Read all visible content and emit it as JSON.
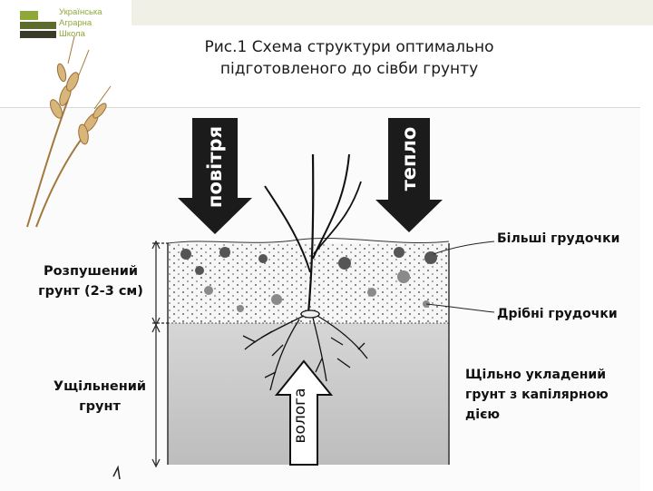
{
  "header": {
    "logo_lines": [
      "Українська",
      "Аграрна",
      "Школа"
    ],
    "brand_color": "#8fa83a"
  },
  "slide": {
    "title_line1": "Рис.1 Схема структури оптимально",
    "title_line2": "підготовленого до сівби грунту"
  },
  "diagram": {
    "arrow_air": "повітря",
    "arrow_heat": "тепло",
    "arrow_moisture": "волога",
    "label_large_clods": "Більші грудочки",
    "label_small_clods": "Дрібні грудочки",
    "label_loose_soil_line1": "Розпушений",
    "label_loose_soil_line2": "грунт (2-3 см)",
    "label_compacted_line1": "Ущільнений",
    "label_compacted_line2": "грунт",
    "label_dense_line1": "Щільно укладений",
    "label_dense_line2": "грунт з капілярною",
    "label_dense_line3": "дією"
  },
  "icons": {
    "wheat": "wheat-ears-icon"
  }
}
